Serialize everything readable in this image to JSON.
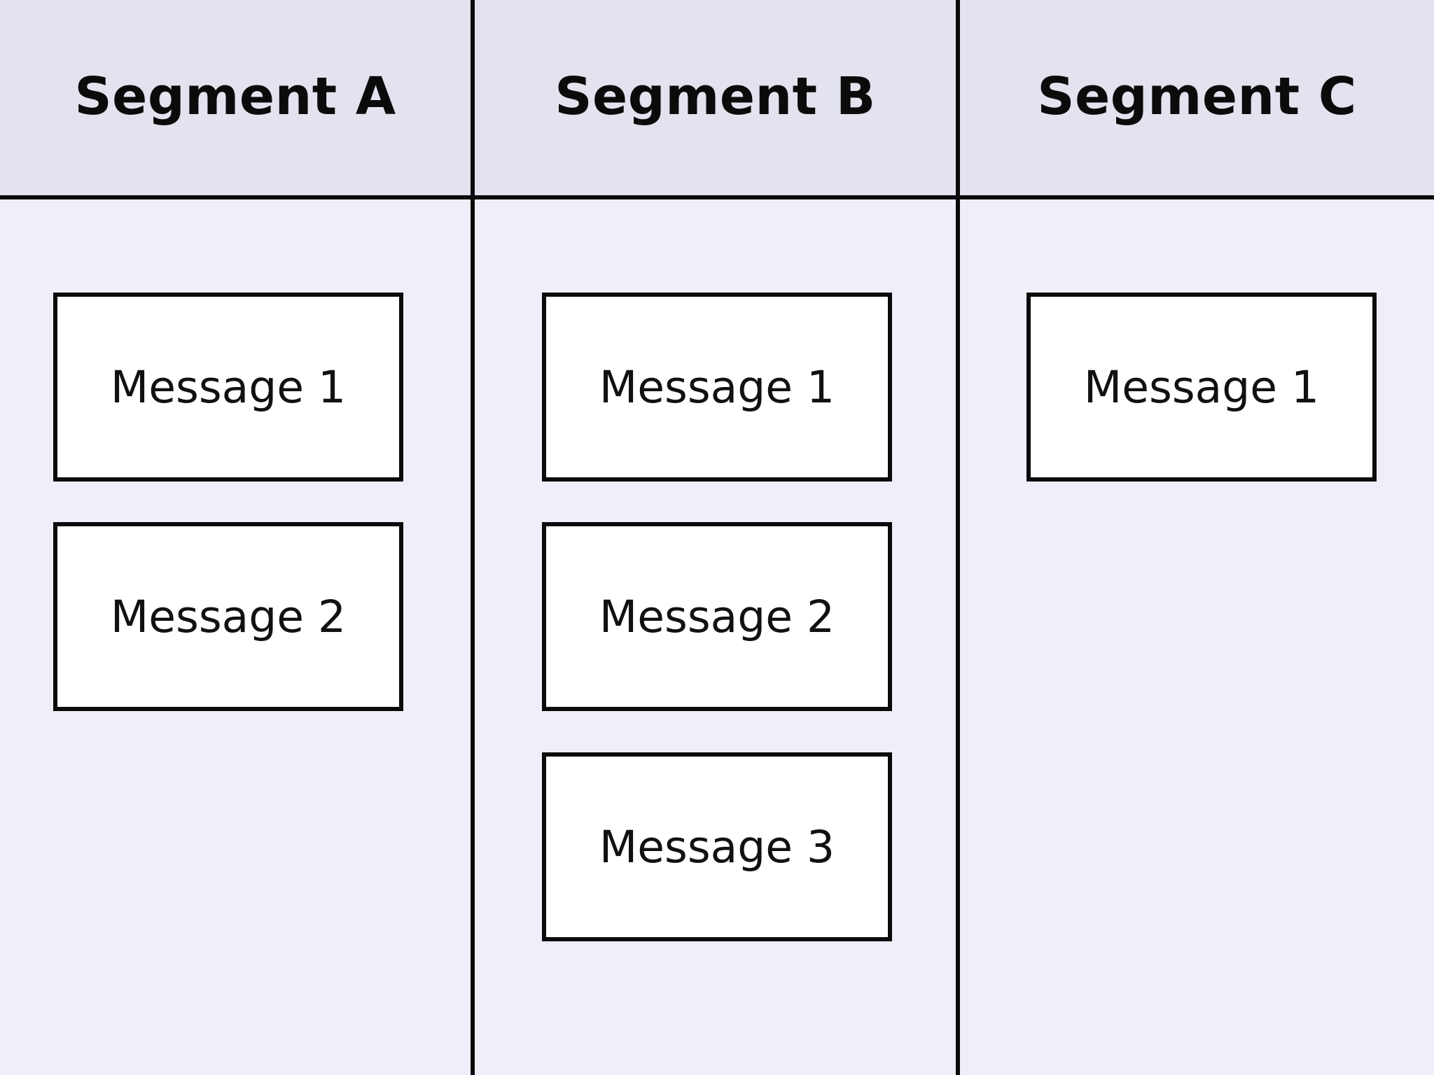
{
  "colors": {
    "header_background": "#e2e3ef",
    "body_background": "#eeeff8",
    "lines": "#0b0b0b",
    "card_background": "#ffffff"
  },
  "segments": [
    {
      "title": "Segment A",
      "messages": [
        "Message 1",
        "Message 2"
      ]
    },
    {
      "title": "Segment B",
      "messages": [
        "Message 1",
        "Message 2",
        "Message 3"
      ]
    },
    {
      "title": "Segment C",
      "messages": [
        "Message 1"
      ]
    }
  ]
}
